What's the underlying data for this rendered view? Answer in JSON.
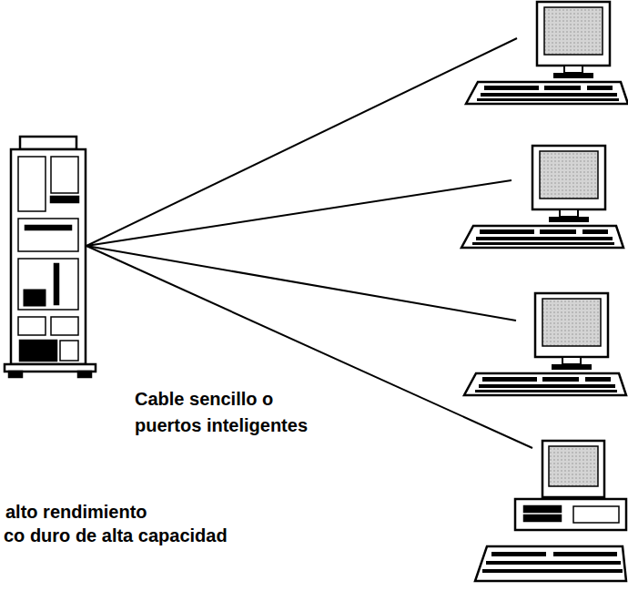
{
  "diagram": {
    "labels": [
      "Cable sencillo o puertos inteligentes",
      "alto rendimiento",
      "co duro de alta capacidad"
    ]
  }
}
